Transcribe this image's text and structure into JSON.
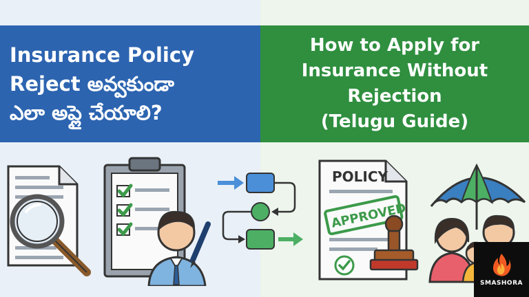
{
  "title_left": {
    "lines": [
      "Insurance Policy",
      "Reject అవ్వకుండా",
      "ఎలా అప్లై చేయాలి?"
    ]
  },
  "title_right": {
    "lines": [
      "How to Apply for",
      "Insurance Without",
      "Rejection",
      "(Telugu Guide)"
    ]
  },
  "illustrations": {
    "policy_heading": "POLICY",
    "stamp_text": "APPROVED",
    "icons": [
      "magnifier-document-icon",
      "checklist-clipboard-icon",
      "person-with-pen-icon",
      "flowchart-icon",
      "approved-policy-icon",
      "rubber-stamp-icon",
      "umbrella-family-icon"
    ]
  },
  "brand": {
    "name": "SMASHORA"
  },
  "colors": {
    "left_banner": "#2c64b0",
    "right_banner": "#2f8f3f",
    "approved_green": "#3c9a4a",
    "flow_blue": "#4a8fd8",
    "flow_green": "#4caf64",
    "brand_orange": "#f05a22"
  }
}
